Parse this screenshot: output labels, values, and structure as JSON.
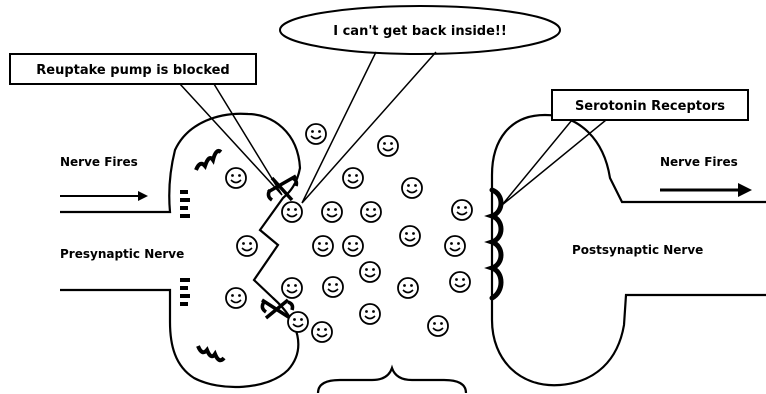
{
  "callouts": {
    "reuptake": "Reuptake pump is blocked",
    "cant_get_back": "I can't get back inside!!",
    "receptors": "Serotonin Receptors"
  },
  "labels": {
    "nerve_fires_left": "Nerve Fires",
    "nerve_fires_right": "Nerve Fires",
    "presynaptic": "Presynaptic Nerve",
    "postsynaptic": "Postsynaptic Nerve"
  },
  "serotonin_molecule_count": 24
}
